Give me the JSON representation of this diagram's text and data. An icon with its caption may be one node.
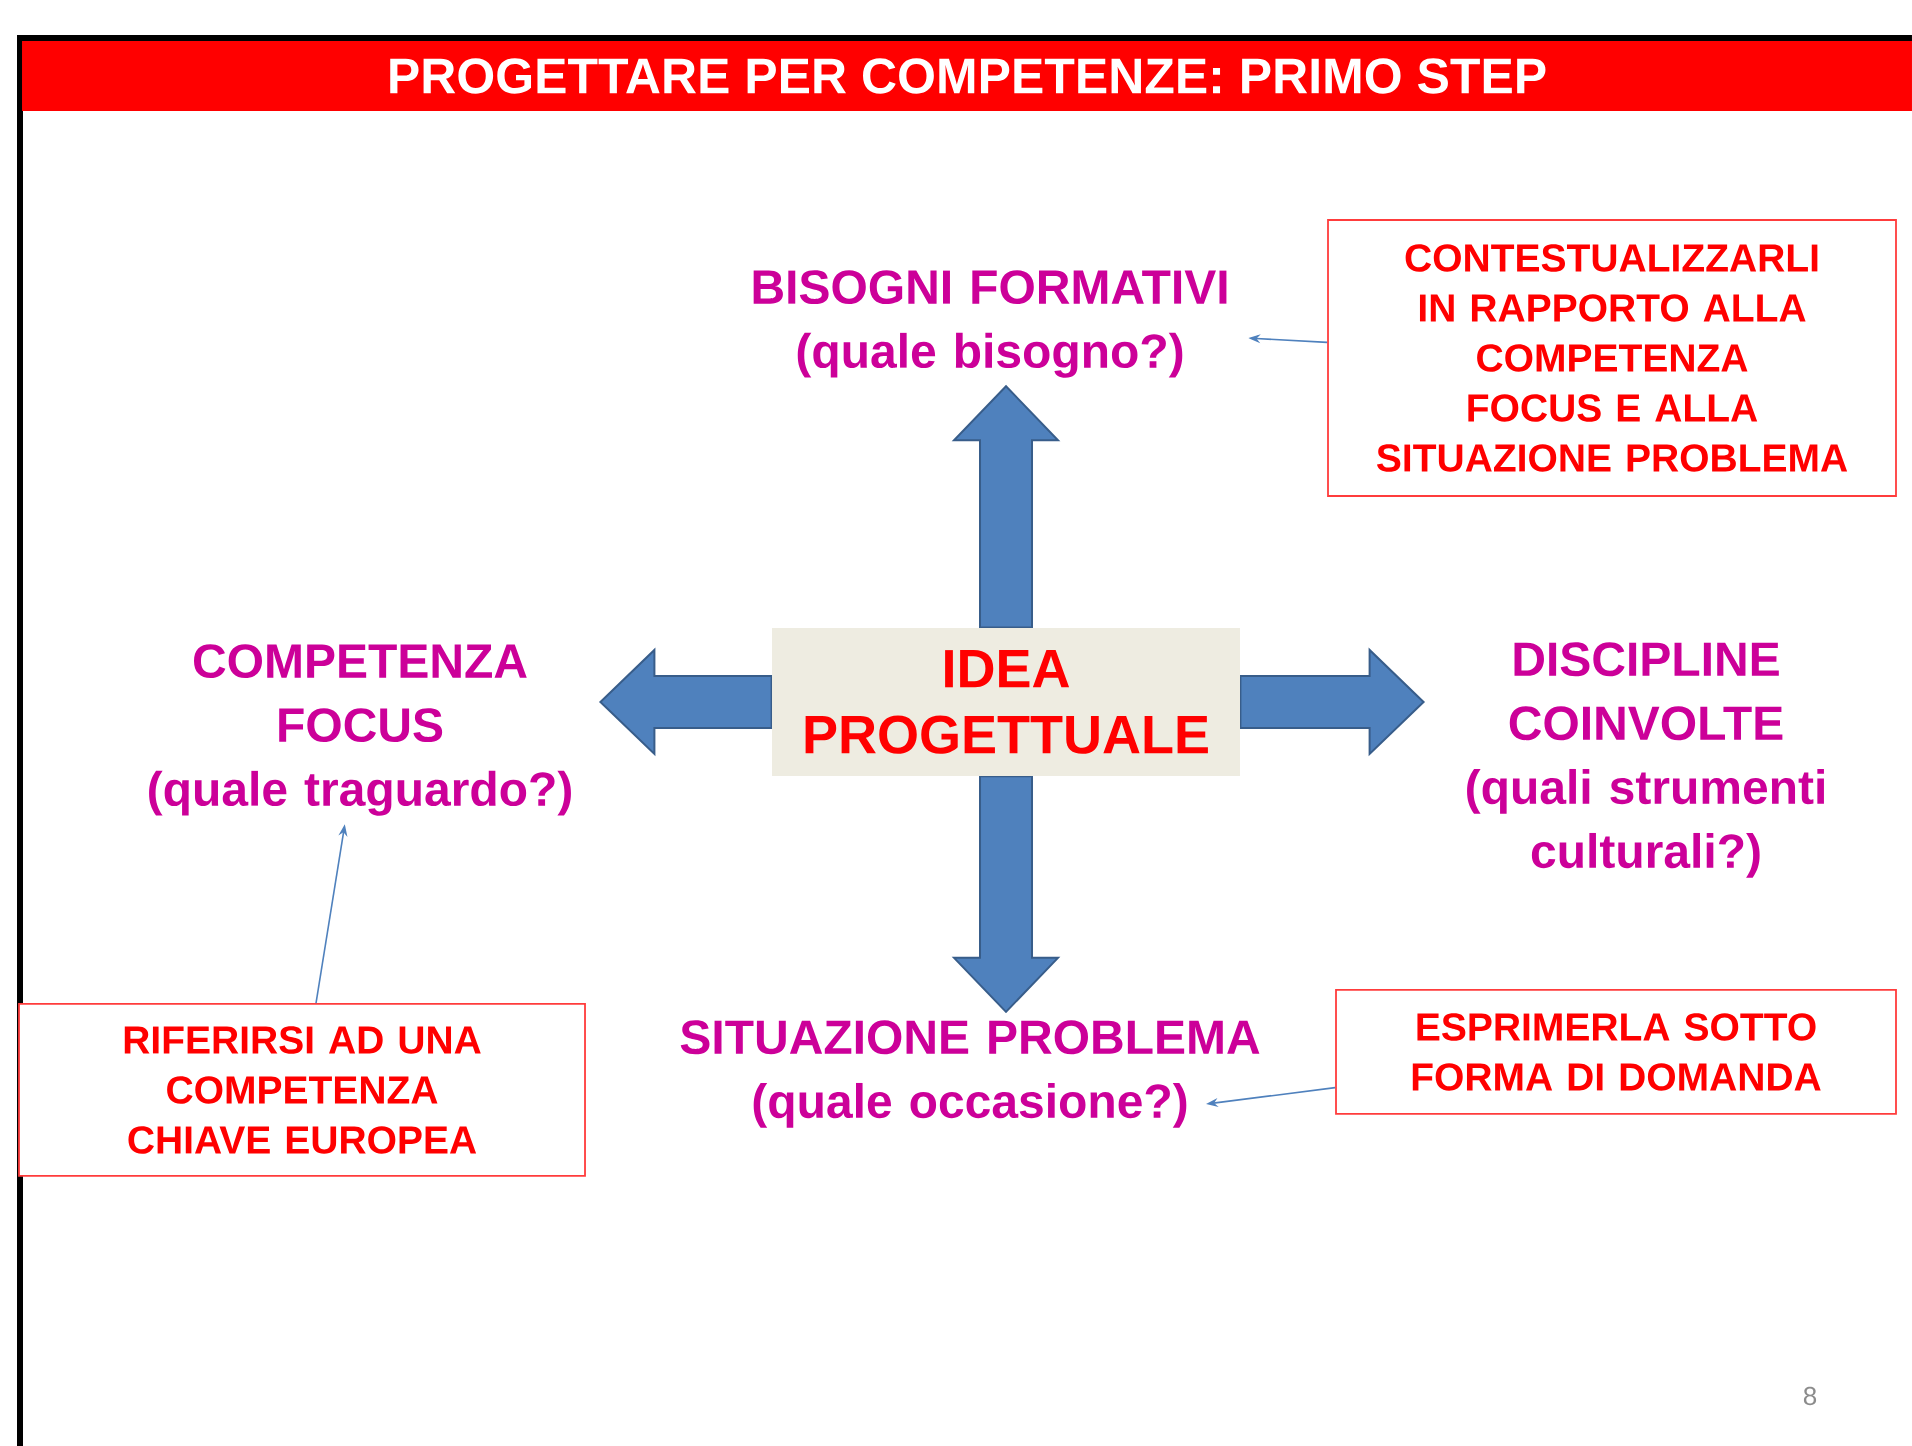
{
  "diagram": {
    "title": "PROGETTARE PER COMPETENZE: PRIMO STEP",
    "nodes": [
      {
        "text": [
          "IDEA PROGETTUALE"
        ]
      },
      {
        "text": [
          "BISOGNI FORMATIVI",
          "(quale bisogno?)"
        ]
      },
      {
        "text": [
          "COMPETENZA FOCUS",
          "(quale traguardo?)"
        ]
      },
      {
        "text": [
          "DISCIPLINE COINVOLTE",
          "(quali strumenti culturali?)"
        ]
      },
      {
        "text": [
          "SITUAZIONE PROBLEMA",
          "(quale occasione?)"
        ]
      },
      {
        "text": [
          "CONTESTUALIZZARLI IN RAPPORTO ALLA COMPETENZA FOCUS E ALLA SITUAZIONE PROBLEMA"
        ]
      },
      {
        "text": [
          "RIFERIRSI AD UNA COMPETENZA CHIAVE EUROPEA"
        ]
      },
      {
        "text": [
          "ESPRIMERLA SOTTO FORMA DI DOMANDA"
        ]
      }
    ],
    "edges": [
      {
        "from": 0,
        "to": 1,
        "arrow": "to",
        "style": "thick"
      },
      {
        "from": 0,
        "to": 2,
        "arrow": "to",
        "style": "thick"
      },
      {
        "from": 0,
        "to": 3,
        "arrow": "to",
        "style": "thick"
      },
      {
        "from": 0,
        "to": 4,
        "arrow": "to",
        "style": "thick"
      },
      {
        "from": 5,
        "to": 1,
        "arrow": "to"
      },
      {
        "from": 6,
        "to": 2,
        "arrow": "to"
      },
      {
        "from": 7,
        "to": 4,
        "arrow": "to"
      }
    ],
    "labels": [
      "8"
    ]
  }
}
